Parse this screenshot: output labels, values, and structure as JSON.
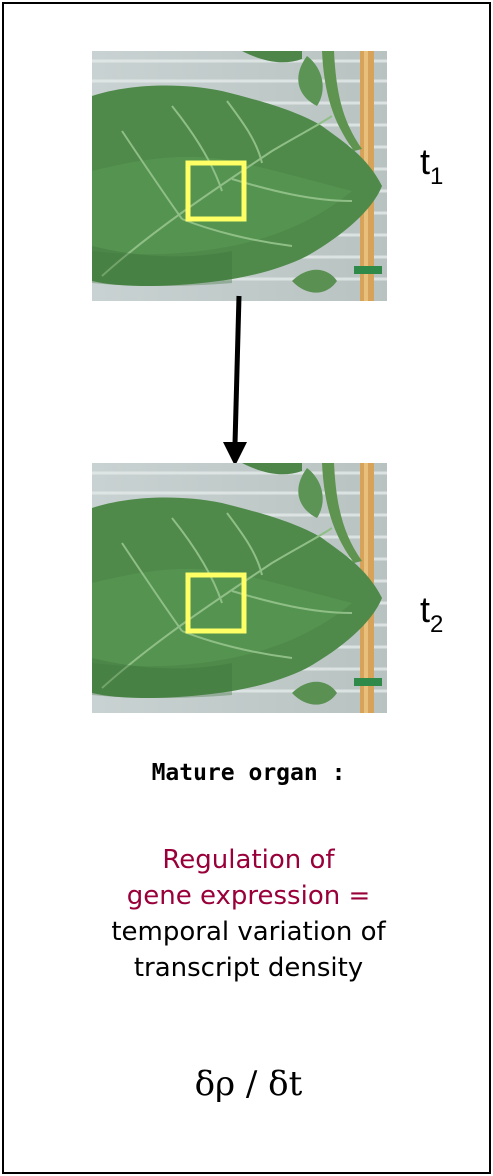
{
  "labels": {
    "t1": {
      "base": "t",
      "sub": "1"
    },
    "t2": {
      "base": "t",
      "sub": "2"
    }
  },
  "caption": {
    "title": "Mature organ :",
    "regulation": [
      "Regulation of",
      "gene expression ="
    ],
    "variation": [
      "temporal variation of",
      "transcript density"
    ],
    "formula": "δρ / δt"
  },
  "colors": {
    "regulation_text": "#99003a",
    "highlight_box": "#ffff66",
    "leaf": "#4f8a4a",
    "background_stripes": "#c9d3d3"
  },
  "icons": {
    "leaf_photo": "leaf-photo-icon",
    "arrow": "down-arrow-icon",
    "highlight": "yellow-square-highlight"
  }
}
